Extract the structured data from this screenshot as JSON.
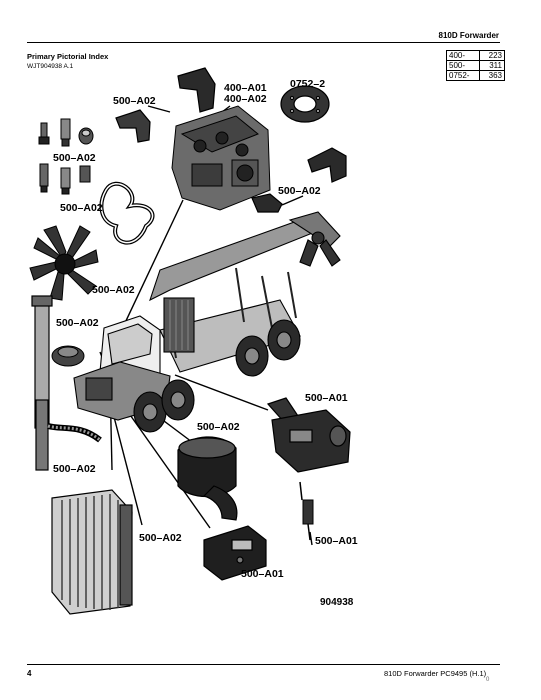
{
  "header": {
    "title": "810D  Forwarder"
  },
  "section": {
    "title": "Primary Pictorial Index",
    "code": "WJT904938 A.1"
  },
  "index_table": [
    {
      "key": "400-",
      "page": "223"
    },
    {
      "key": "500-",
      "page": "311"
    },
    {
      "key": "0752-",
      "page": "363"
    }
  ],
  "callouts": {
    "a": "500–A02",
    "b": "400–A01",
    "c": "400–A02",
    "d": "0752–2",
    "e": "500–A02",
    "f": "500–A02",
    "g": "500–A02",
    "h": "500–A02",
    "i": "500–A02",
    "j": "500–A01",
    "k": "500–A02",
    "l": "500–A02",
    "m": "500–A02",
    "n": "500–A01",
    "o": "500–A01"
  },
  "figure_number": "904938",
  "footer": {
    "page": "4",
    "text": "810D Forwarder   PC9495   (H.1)",
    "rev": "0"
  }
}
